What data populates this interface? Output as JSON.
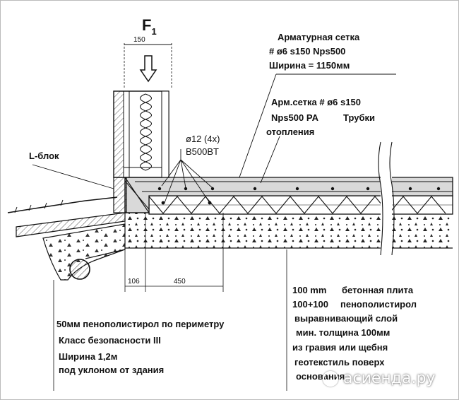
{
  "force_label": "F",
  "force_subscript": "1",
  "dims": {
    "wall_width": "150",
    "d106": "106",
    "d450": "450"
  },
  "labels": {
    "mesh_top_title": "Арматурная сетка",
    "mesh_top_spec": "# ø6 s150 Nps500",
    "mesh_top_width": "Ширина = 1150мм",
    "mesh2_line1": "Арм.сетка # ø6 s150",
    "mesh2_line2": "Nps500 PA",
    "heating_1": "Трубки",
    "heating_2": "отопления",
    "rebar_1": "ø12 (4x)",
    "rebar_2": "B500BT",
    "lblock": "L-блок"
  },
  "layers": {
    "row1_a": "100 mm",
    "row1_b": "бетонная плита",
    "row2_a": "100+100",
    "row2_b": "пенополистирол",
    "row3": "выравнивающий слой",
    "row4": "мин. толщина 100мм",
    "row5": "из гравия или щебня",
    "row6": "геотекстиль поверх",
    "row7": "основания"
  },
  "perimeter": {
    "line1": "50мм пенополистирол по периметру",
    "line2": "Класс безопасности III",
    "line3": "Ширина 1,2м",
    "line4": "под уклоном от здания"
  },
  "watermark": "асиенда.ру",
  "colors": {
    "ink": "#111111",
    "slab_fill": "#d9d9d9",
    "background": "#ffffff"
  }
}
